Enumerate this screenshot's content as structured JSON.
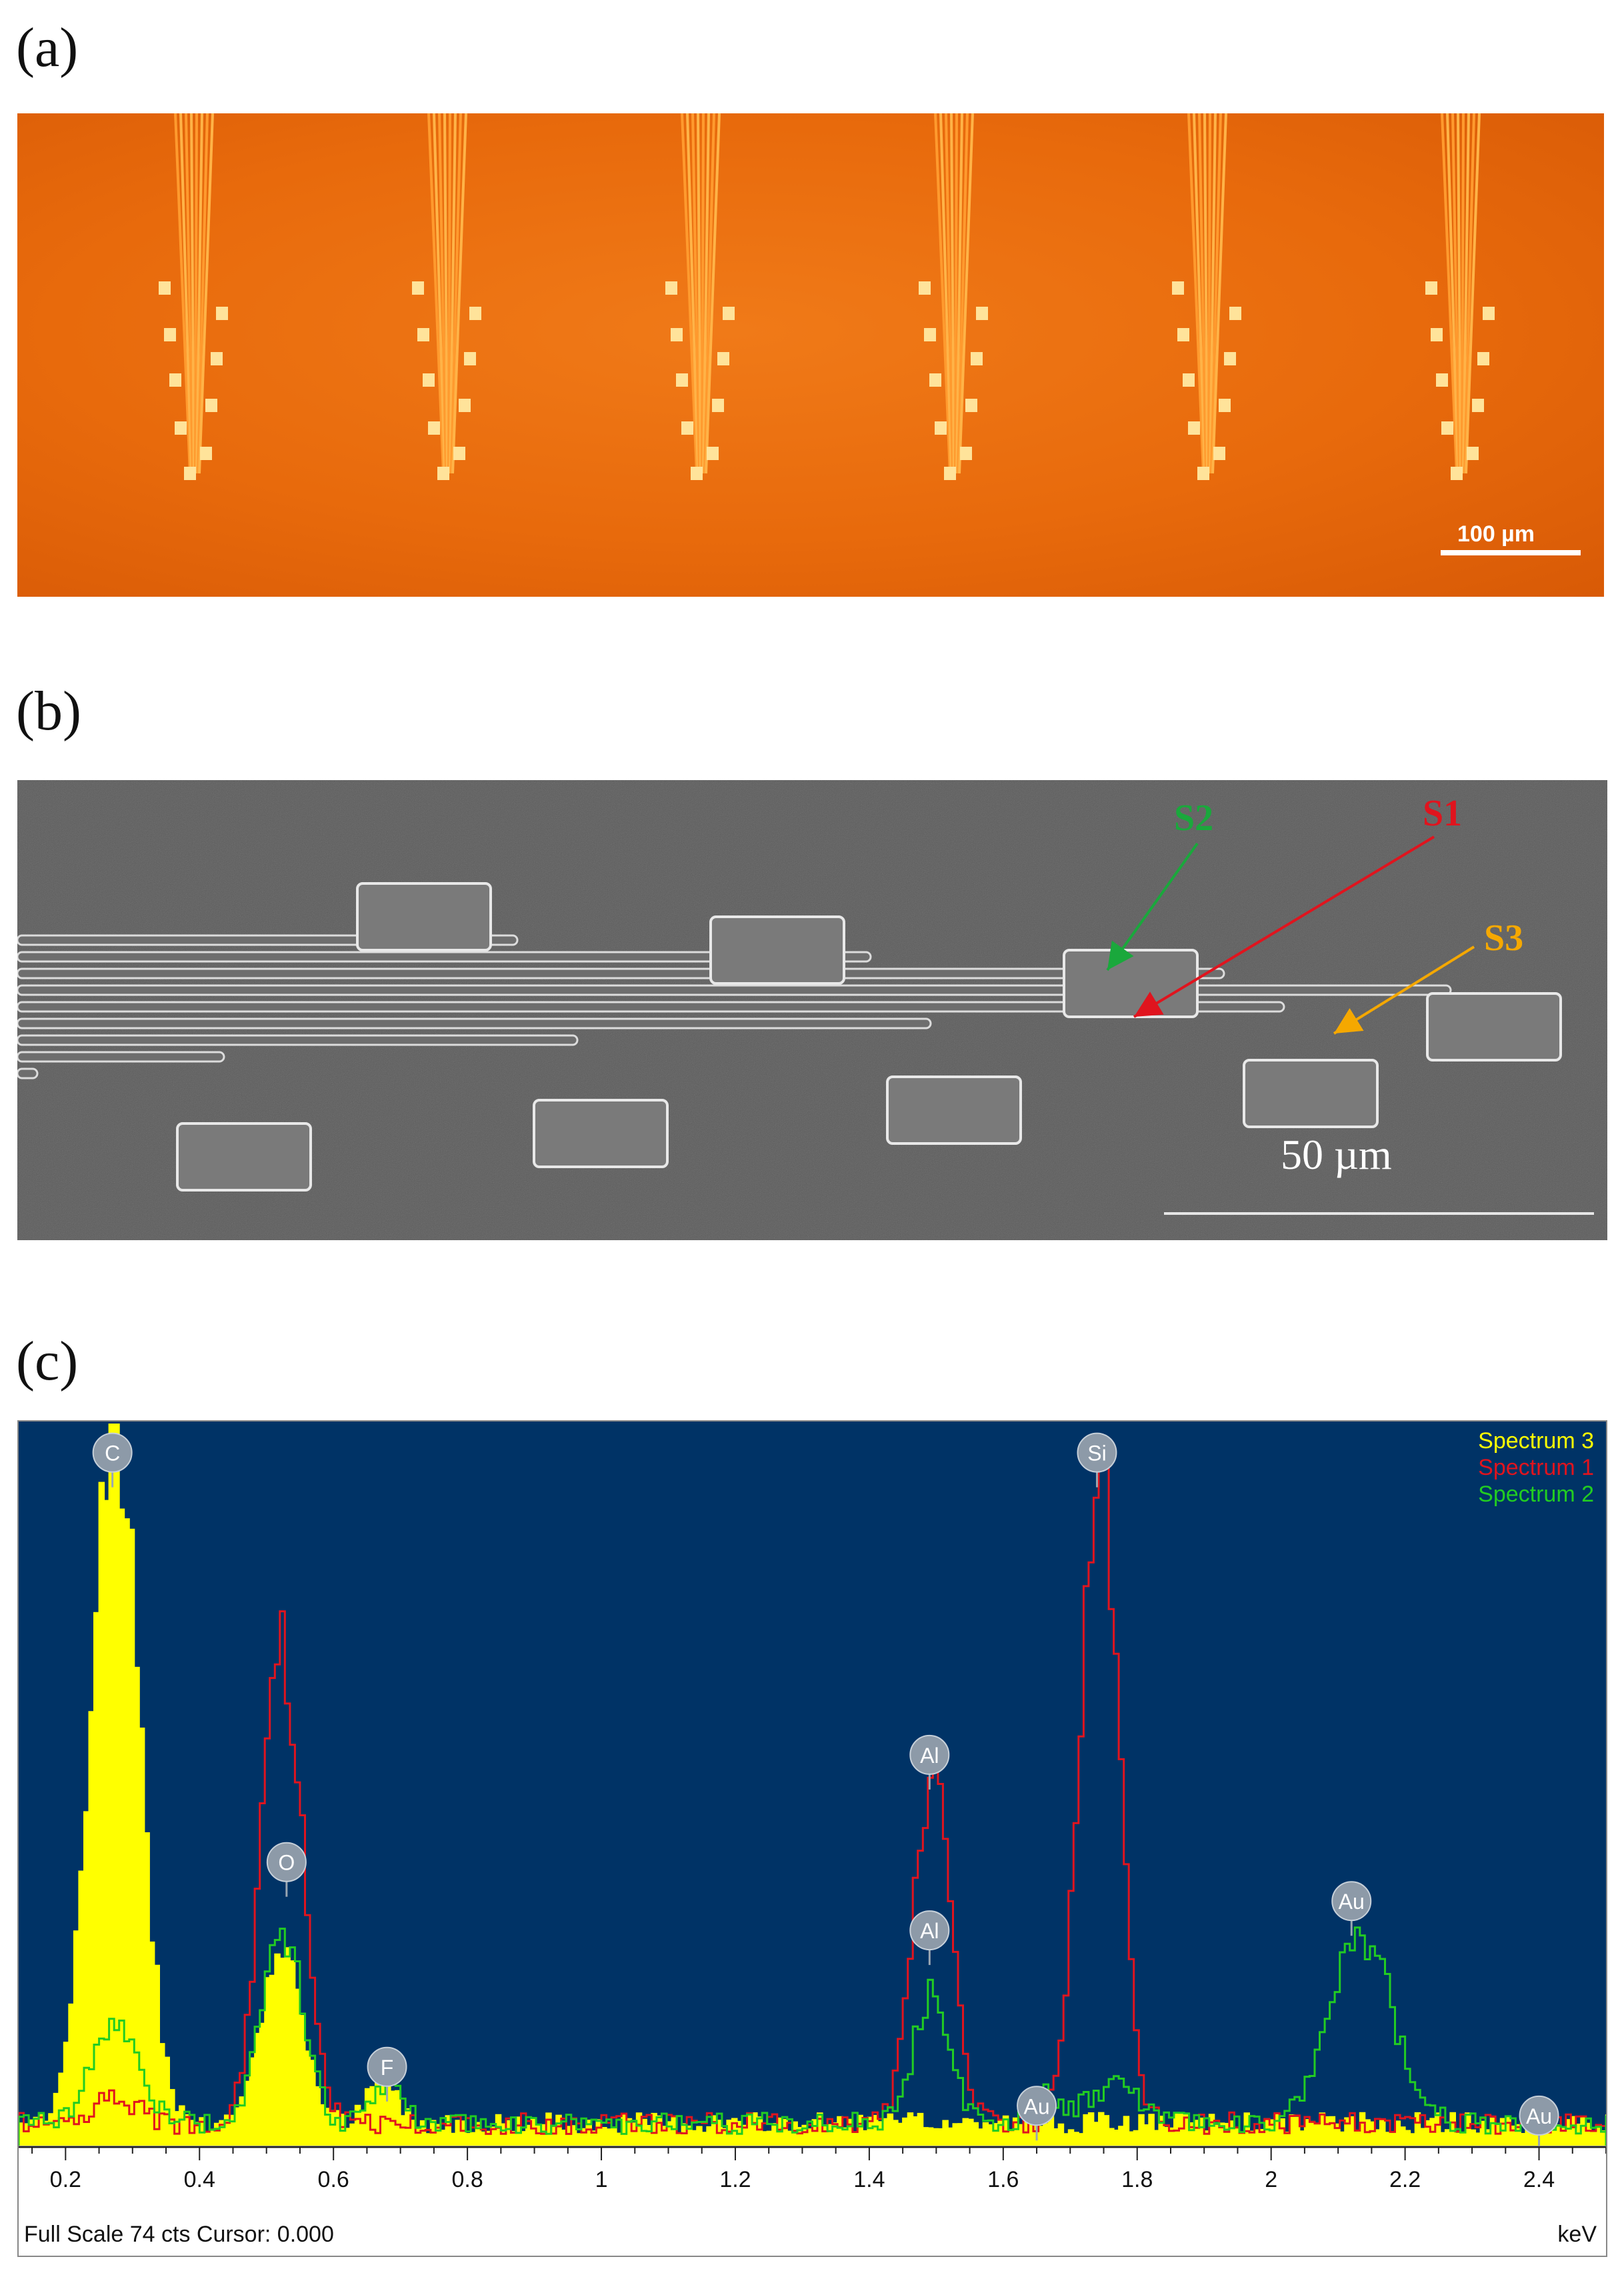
{
  "panels": {
    "a": {
      "label": "(a)",
      "scale_bar": "100 µm"
    },
    "b": {
      "label": "(b)",
      "scale_bar": "50 µm",
      "annotations": [
        {
          "name": "S1",
          "color": "#e0141e"
        },
        {
          "name": "S2",
          "color": "#1aa83c"
        },
        {
          "name": "S3",
          "color": "#f5a800"
        }
      ]
    },
    "c": {
      "label": "(c)",
      "status_left": "Full Scale 74 cts Cursor: 0.000",
      "unit": "keV"
    }
  },
  "chart_data": {
    "type": "line",
    "xlabel": "keV",
    "xlim": [
      0.13,
      2.5
    ],
    "ylim": [
      0,
      74
    ],
    "x_ticks": [
      "0.2",
      "0.4",
      "0.6",
      "0.8",
      "1",
      "1.2",
      "1.4",
      "1.6",
      "1.8",
      "2",
      "2.2",
      "2.4"
    ],
    "series": [
      {
        "name": "Spectrum 3",
        "color": "#ffff00",
        "fill": true,
        "peaks": [
          {
            "x": 0.27,
            "y": 74,
            "w": 0.035
          },
          {
            "x": 0.52,
            "y": 19,
            "w": 0.03
          },
          {
            "x": 0.67,
            "y": 5,
            "w": 0.02
          }
        ]
      },
      {
        "name": "Spectrum 1",
        "color": "#e0141e",
        "fill": false,
        "peaks": [
          {
            "x": 0.52,
            "y": 50,
            "w": 0.03
          },
          {
            "x": 0.27,
            "y": 3,
            "w": 0.03
          },
          {
            "x": 1.49,
            "y": 36,
            "w": 0.028
          },
          {
            "x": 1.74,
            "y": 70,
            "w": 0.028
          }
        ]
      },
      {
        "name": "Spectrum 2",
        "color": "#22cc22",
        "fill": false,
        "peaks": [
          {
            "x": 0.27,
            "y": 11,
            "w": 0.035
          },
          {
            "x": 0.52,
            "y": 21,
            "w": 0.03
          },
          {
            "x": 0.68,
            "y": 4,
            "w": 0.02
          },
          {
            "x": 1.49,
            "y": 13,
            "w": 0.028
          },
          {
            "x": 1.66,
            "y": 3,
            "w": 0.02
          },
          {
            "x": 1.76,
            "y": 4,
            "w": 0.04
          },
          {
            "x": 2.13,
            "y": 20,
            "w": 0.045
          },
          {
            "x": 2.39,
            "y": 2,
            "w": 0.01
          }
        ]
      }
    ],
    "element_labels": [
      {
        "text": "C",
        "x": 0.27,
        "y": 73
      },
      {
        "text": "O",
        "x": 0.53,
        "y": 31
      },
      {
        "text": "F",
        "x": 0.68,
        "y": 10
      },
      {
        "text": "Al",
        "x": 1.49,
        "y": 42
      },
      {
        "text": "Al",
        "x": 1.49,
        "y": 24
      },
      {
        "text": "Au",
        "x": 1.65,
        "y": 6
      },
      {
        "text": "Si",
        "x": 1.74,
        "y": 73
      },
      {
        "text": "Au",
        "x": 2.12,
        "y": 27
      },
      {
        "text": "Au",
        "x": 2.4,
        "y": 5
      }
    ]
  }
}
